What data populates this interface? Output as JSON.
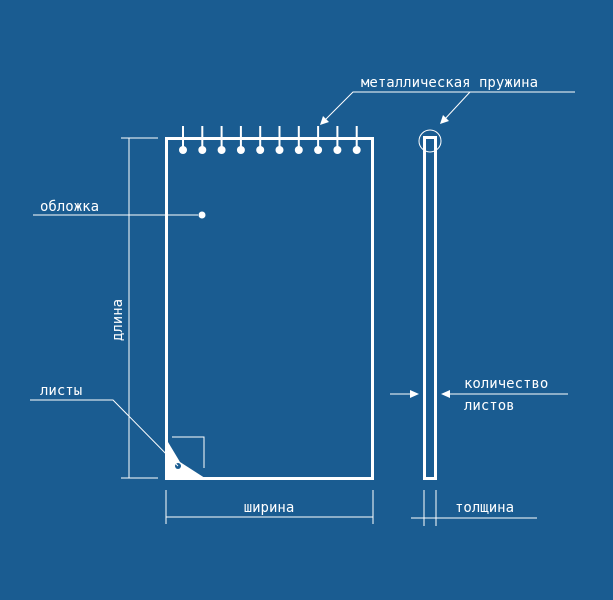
{
  "colors": {
    "background": "#1a5c91",
    "line": "#ffffff"
  },
  "labels": {
    "spring": "металлическая пружина",
    "cover": "обложка",
    "length": "длина",
    "sheets": "листы",
    "width": "ширина",
    "sheet_count_line1": "количество",
    "sheet_count_line2": "листов",
    "thickness": "толщина"
  },
  "spiral": {
    "ring_count": 10
  }
}
